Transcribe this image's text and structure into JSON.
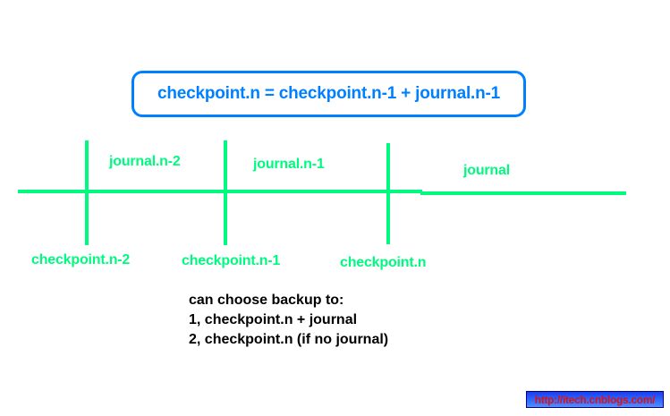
{
  "diagram": {
    "formula": {
      "text": "checkpoint.n = checkpoint.n-1 + journal.n-1",
      "border_color": "#0080ff",
      "text_color": "#0080ff"
    },
    "timeline": {
      "axis_color": "#00fa80",
      "label_color": "#00fa80",
      "interval_labels": [
        {
          "text": "journal.n-2"
        },
        {
          "text": "journal.n-1"
        },
        {
          "text": "journal"
        }
      ],
      "point_labels": [
        {
          "text": "checkpoint.n-2"
        },
        {
          "text": "checkpoint.n-1"
        },
        {
          "text": "checkpoint.n"
        }
      ]
    },
    "note": {
      "line1": "can choose backup to:",
      "line2": "1, checkpoint.n + journal",
      "line3": "2, checkpoint.n (if no journal)",
      "text_color": "#000000"
    },
    "watermark": {
      "url": "http://itech.cnblogs.com/",
      "text_color": "#e01010",
      "background_color": "#2f6bff"
    }
  }
}
